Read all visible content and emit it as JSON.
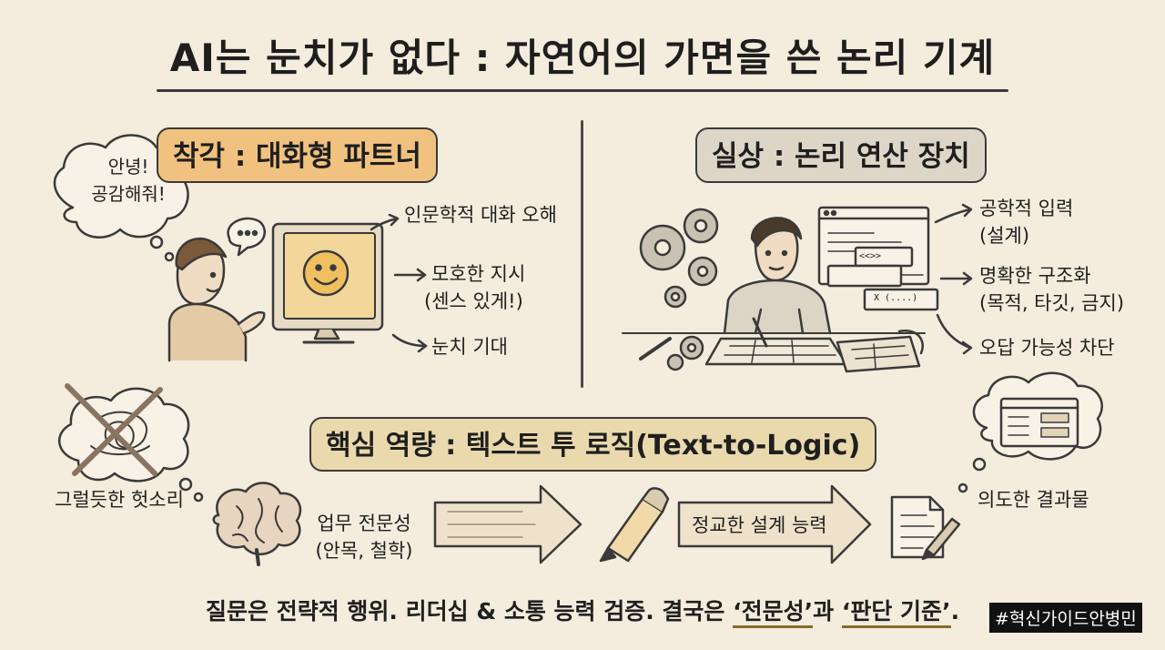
{
  "title": "AI는 눈치가 없다 : 자연어의 가면을 쓴 논리 기계",
  "left_panel": {
    "header": "착각 : 대화형 파트너",
    "bubble_line1": "안녕!",
    "bubble_line2": "공감해줘!",
    "arrow_items": [
      "인문학적 대화 오해",
      "모호한 지시",
      "(센스 있게!)",
      "눈치 기대"
    ]
  },
  "right_panel": {
    "header": "실상 : 논리 연산 장치",
    "arrow_items": [
      "공학적 입력",
      "(설계)",
      "명확한 구조화",
      "(목적, 타깃, 금지)",
      "오답 가능성 차단"
    ],
    "code_snippets": [
      "<<>>",
      "X  (....)"
    ]
  },
  "core": {
    "header": "핵심 역량 : 텍스트 투 로직(Text-to-Logic)",
    "noise_label": "그럴듯한 헛소리",
    "expertise_line1": "업무 전문성",
    "expertise_line2": "(안목, 철학)",
    "design_label": "정교한 설계 능력",
    "result_label": "의도한 결과물"
  },
  "footer": {
    "part1": "질문은 전략적 행위. 리더십 & 소통 능력 검증. 결국은 ",
    "em1": "‘전문성’",
    "part2": "과 ",
    "em2": "‘판단 기준’",
    "part3": "."
  },
  "tag": "#혁신가이드안병민"
}
